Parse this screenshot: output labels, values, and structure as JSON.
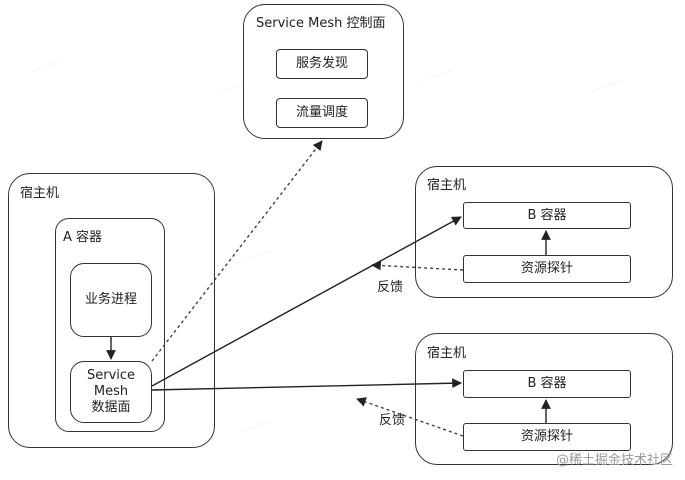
{
  "control_plane": {
    "title": "Service Mesh 控制面",
    "items": [
      "服务发现",
      "流量调度"
    ]
  },
  "host_left": {
    "title": "宿主机",
    "container_title": "A 容器",
    "business_process": "业务进程",
    "data_plane": [
      "Service",
      "Mesh",
      "数据面"
    ]
  },
  "host_top_right": {
    "title": "宿主机",
    "container": "B 容器",
    "probe": "资源探针",
    "feedback": "反馈"
  },
  "host_bottom_right": {
    "title": "宿主机",
    "container": "B 容器",
    "probe": "资源探针",
    "feedback": "反馈"
  },
  "footer": "@稀土掘金技术社区"
}
